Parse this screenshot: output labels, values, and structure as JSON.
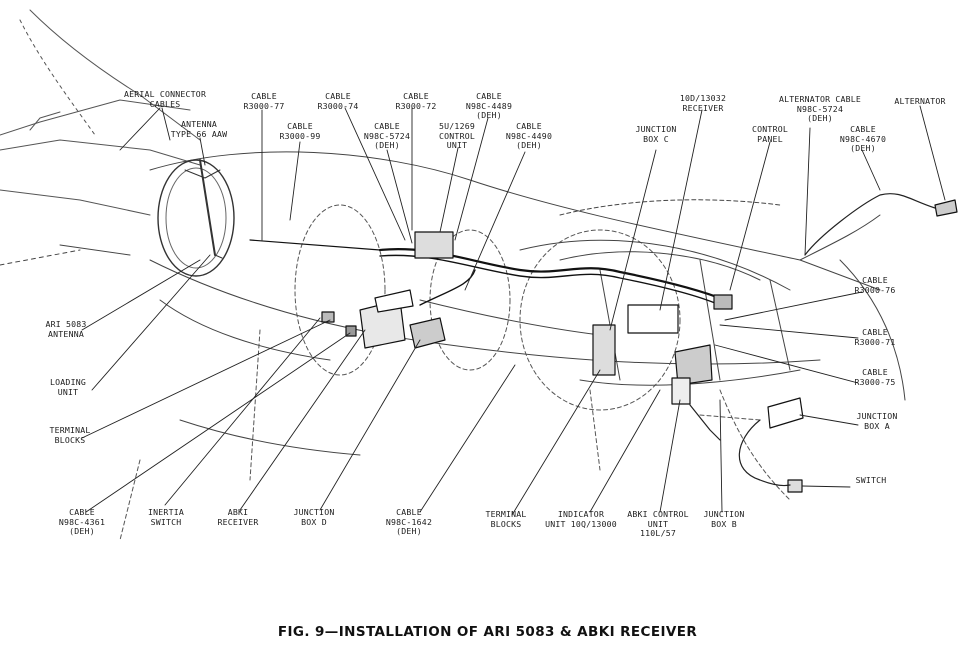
{
  "caption": "FIG. 9—INSTALLATION OF ARI 5083 & ABKI RECEIVER",
  "labels": {
    "aerial_connector_cables": [
      "AERIAL CONNECTOR",
      "CABLES"
    ],
    "antenna_type": [
      "ANTENNA",
      "TYPE 66 AAW"
    ],
    "cable_r3000_77": [
      "CABLE",
      "R3000-77"
    ],
    "cable_r3000_99": [
      "CABLE",
      "R3000-99"
    ],
    "cable_r3000_74": [
      "CABLE",
      "R3000-74"
    ],
    "cable_n98c_5724_left": [
      "CABLE",
      "N98C-5724",
      "(DEH)"
    ],
    "cable_r3000_72": [
      "CABLE",
      "R3000-72"
    ],
    "control_unit_5u1269": [
      "5U/1269",
      "CONTROL",
      "UNIT"
    ],
    "cable_n98c_4489": [
      "CABLE",
      "N98C-4489",
      "(DEH)"
    ],
    "cable_n98c_4490": [
      "CABLE",
      "N98C-4490",
      "(DEH)"
    ],
    "junction_box_c": [
      "JUNCTION",
      "BOX C"
    ],
    "receiver_10d_13032": [
      "10D/13032",
      "RECEIVER"
    ],
    "control_panel": [
      "CONTROL",
      "PANEL"
    ],
    "alternator_cable": [
      "ALTERNATOR CABLE",
      "N98C-5724",
      "(DEH)"
    ],
    "alternator": "ALTERNATOR",
    "cable_n98c_4670": [
      "CABLE",
      "N98C-4670",
      "(DEH)"
    ],
    "cable_r3000_76": [
      "CABLE",
      "R3000-76"
    ],
    "cable_r3000_71": [
      "CABLE",
      "R3000-71"
    ],
    "cable_r3000_75": [
      "CABLE",
      "R3000-75"
    ],
    "junction_box_a": [
      "JUNCTION",
      "BOX A"
    ],
    "switch": "SWITCH",
    "ari_5083_antenna": [
      "ARI 5083",
      "ANTENNA"
    ],
    "loading_unit": [
      "LOADING",
      "UNIT"
    ],
    "terminal_blocks_left": [
      "TERMINAL",
      "BLOCKS"
    ],
    "cable_n98c_4361": [
      "CABLE",
      "N98C-4361",
      "(DEH)"
    ],
    "inertia_switch": [
      "INERTIA",
      "SWITCH"
    ],
    "abki_receiver": [
      "ABKI",
      "RECEIVER"
    ],
    "junction_box_d": [
      "JUNCTION",
      "BOX D"
    ],
    "cable_n98c_1642": [
      "CABLE",
      "N98C-1642",
      "(DEH)"
    ],
    "terminal_blocks_bottom": [
      "TERMINAL",
      "BLOCKS"
    ],
    "indicator_unit": [
      "INDICATOR",
      "UNIT 10Q/13000"
    ],
    "abki_control_unit": [
      "ABKI CONTROL",
      "UNIT",
      "110L/57"
    ],
    "junction_box_b": [
      "JUNCTION",
      "BOX B"
    ]
  }
}
